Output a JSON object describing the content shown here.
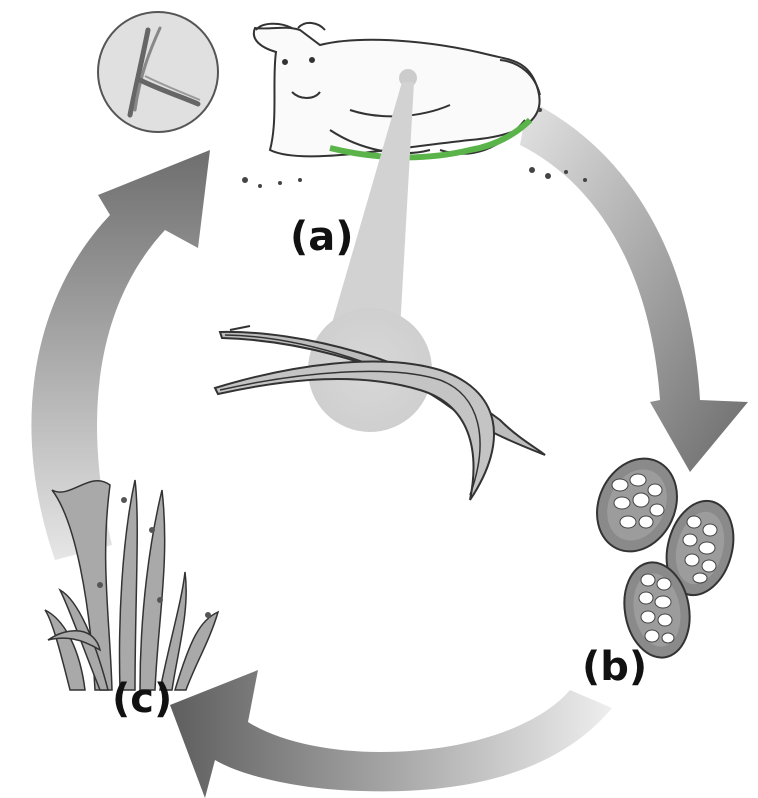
{
  "diagram": {
    "stages": [
      {
        "id": "a",
        "label": "(a)",
        "depicts": "calf-host"
      },
      {
        "id": "b",
        "label": "(b)",
        "depicts": "eggs"
      },
      {
        "id": "c",
        "label": "(c)",
        "depicts": "larvae-on-grass"
      }
    ],
    "colors": {
      "arrow_dark": "#5f5f5f",
      "arrow_light": "#e2e2e2",
      "worm_fill": "#bdbdbd",
      "egg_shell": "#8a8a8a",
      "grass_fill": "#a9a9a9",
      "ground_green": "#5ab44a",
      "magnify": "#d0d0d0"
    }
  }
}
